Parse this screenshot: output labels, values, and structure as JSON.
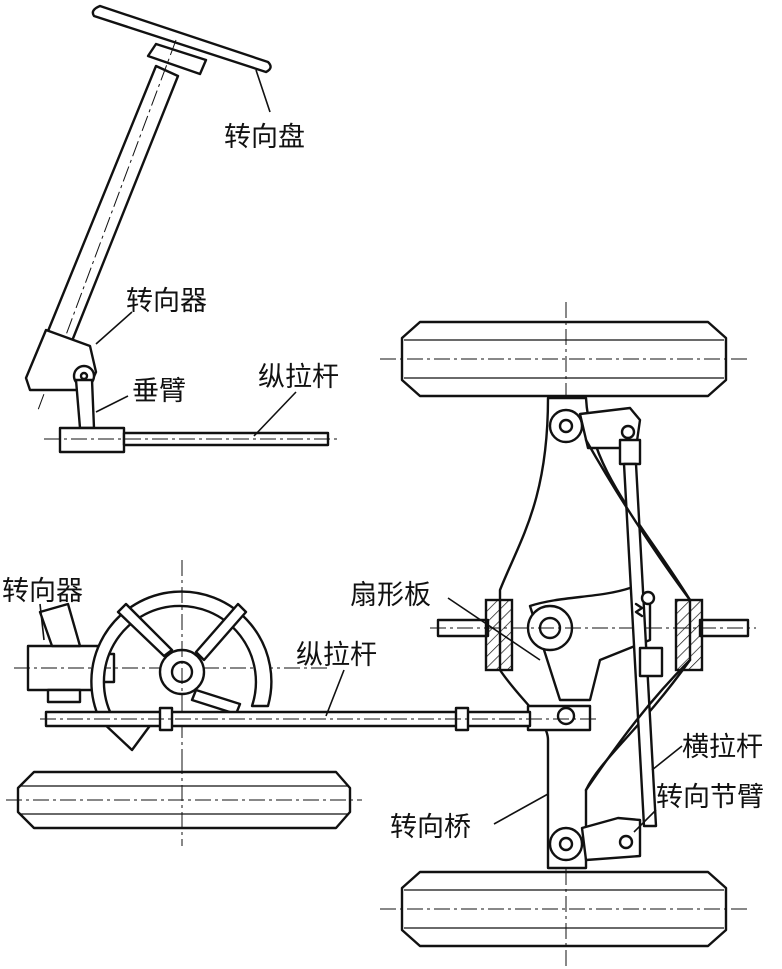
{
  "labels": {
    "steering_wheel": "转向盘",
    "steering_gear_top": "转向器",
    "pitman_arm": "垂臂",
    "drag_link_top": "纵拉杆",
    "steering_gear_bottom": "转向器",
    "drag_link_bottom": "纵拉杆",
    "sector_plate": "扇形板",
    "tie_rod": "横拉杆",
    "knuckle_arm": "转向节臂",
    "steering_axle": "转向桥"
  }
}
